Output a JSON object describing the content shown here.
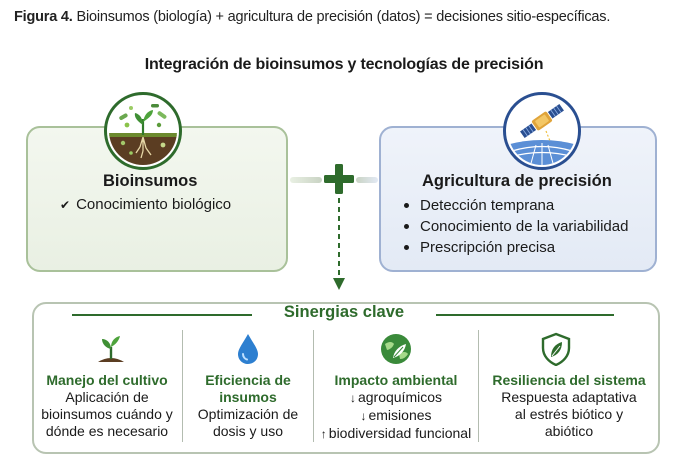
{
  "caption": {
    "label": "Figura 4.",
    "text": "Bioinsumos (biología) + agricultura de precisión (datos) = decisiones sitio-específicas."
  },
  "diagram": {
    "title": "Integración de bioinsumos y tecnologías de precisión",
    "bio": {
      "heading": "Bioinsumos",
      "icon": "microbes-plant-icon",
      "items": [
        "Conocimiento biológico"
      ]
    },
    "agri": {
      "heading": "Agricultura de precisión",
      "icon": "satellite-field-icon",
      "items": [
        "Detección temprana",
        "Conocimiento de la variabilidad",
        "Prescripción precisa"
      ]
    },
    "synergies": {
      "title": "Sinergias clave",
      "columns": [
        {
          "icon": "seedling-icon",
          "title": "Manejo del cultivo",
          "lines": [
            "Aplicación de",
            "bioinsumos cuándo y",
            "dónde es necesario"
          ]
        },
        {
          "icon": "water-drop-icon",
          "title_lines": [
            "Eficiencia de",
            "insumos"
          ],
          "lines": [
            "Optimización de",
            "dosis y uso"
          ]
        },
        {
          "icon": "globe-leaf-icon",
          "title": "Impacto ambiental",
          "items": [
            {
              "arrow": "↓",
              "text": "agroquímicos"
            },
            {
              "arrow": "↓",
              "text": "emisiones"
            },
            {
              "arrow": "↑",
              "text": "biodiversidad funcional"
            }
          ]
        },
        {
          "icon": "shield-leaf-icon",
          "title": "Resiliencia del sistema",
          "lines": [
            "Respuesta adaptativa",
            "al estrés biótico y",
            "abiótico"
          ]
        }
      ]
    }
  },
  "colors": {
    "green_dark": "#2e6b2c",
    "blue_dark": "#2a4f91",
    "bio_border": "#a9c19a",
    "agri_border": "#9fb1d2"
  }
}
